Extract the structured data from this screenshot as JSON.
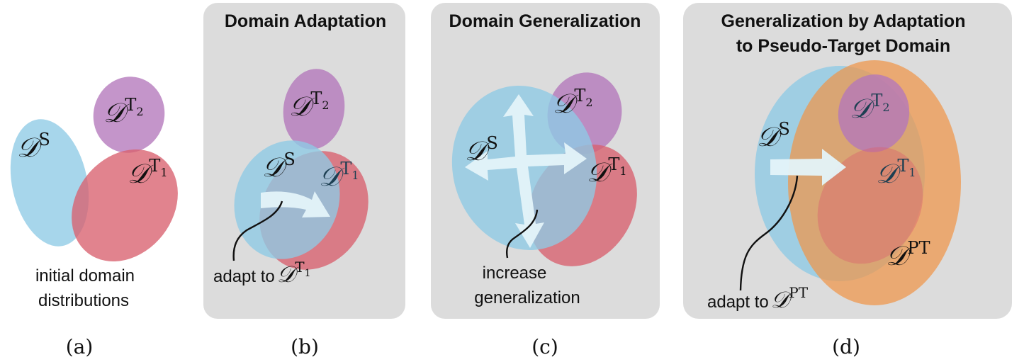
{
  "colors": {
    "source": "#8ecae6",
    "target1": "#d9606e",
    "target2": "#b477bb",
    "pseudo_target": "#f0954a",
    "panel_bg": "#dcdcdc",
    "arrow": "#e4f3f9"
  },
  "domain_symbol": "𝒟",
  "panels": {
    "a": {
      "caption": "(a)",
      "note_line1": "initial domain",
      "note_line2": "distributions",
      "labels": {
        "source_sup": "S",
        "t1_sup": "T",
        "t1_sub": "1",
        "t2_sup": "T",
        "t2_sub": "2"
      }
    },
    "b": {
      "title": "Domain Adaptation",
      "caption": "(b)",
      "note": "adapt to",
      "note_sup": "T",
      "note_sub": "1",
      "labels": {
        "source_sup": "S",
        "t1_sup": "T",
        "t1_sub": "1",
        "t2_sup": "T",
        "t2_sub": "2"
      }
    },
    "c": {
      "title": "Domain Generalization",
      "caption": "(c)",
      "note_line1": "increase",
      "note_line2": "generalization",
      "labels": {
        "source_sup": "S",
        "t1_sup": "T",
        "t1_sub": "1",
        "t2_sup": "T",
        "t2_sub": "2"
      }
    },
    "d": {
      "title_line1": "Generalization by Adaptation",
      "title_line2": "to Pseudo-Target Domain",
      "caption": "(d)",
      "note": "adapt to",
      "note_sup": "PT",
      "labels": {
        "source_sup": "S",
        "t1_sup": "T",
        "t1_sub": "1",
        "t2_sup": "T",
        "t2_sub": "2",
        "pt_sup": "PT"
      }
    }
  }
}
